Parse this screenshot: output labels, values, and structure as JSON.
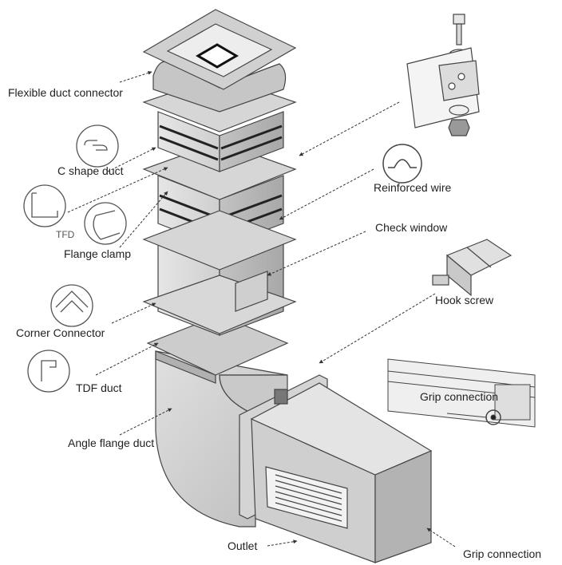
{
  "labels": {
    "flexible_duct_connector": "Flexible duct connector",
    "c_shape_duct": "C shape duct",
    "tfd": "TFD",
    "flange_clamp": "Flange clamp",
    "corner_connector": "Corner Connector",
    "tdf_duct": "TDF duct",
    "angle_flange_duct": "Angle flange duct",
    "outlet": "Outlet",
    "reinforced_wire": "Reinforced wire",
    "check_window": "Check window",
    "hook_screw": "Hook screw",
    "grip_connection_detail": "Grip connection",
    "grip_connection_bottom": "Grip connection"
  },
  "colors": {
    "line": "#333333",
    "duct_fill": "#dcdcdc",
    "duct_shade": "#b9b9b9",
    "duct_dark": "#8c8c8c",
    "flange": "#c8c8c8",
    "background": "#ffffff"
  }
}
